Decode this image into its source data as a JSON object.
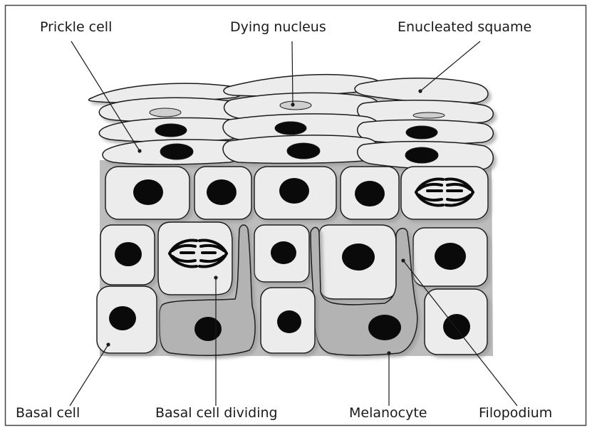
{
  "diagram": {
    "labels": {
      "prickle_cell": "Prickle cell",
      "dying_nucleus": "Dying nucleus",
      "enucleated_squame": "Enucleated squame",
      "basal_cell": "Basal cell",
      "basal_cell_dividing": "Basal cell dividing",
      "melanocyte": "Melanocyte",
      "filopodium": "Filopodium"
    },
    "colors": {
      "frame": "#444444",
      "cell_fill": "#ececec",
      "melanocyte_fill": "#b3b3b3",
      "shadow": "#bdbdbd",
      "nucleus": "#0a0a0a",
      "dying_nucleus_fill": "#cfcfcf",
      "outline": "#1a1a1a"
    }
  }
}
